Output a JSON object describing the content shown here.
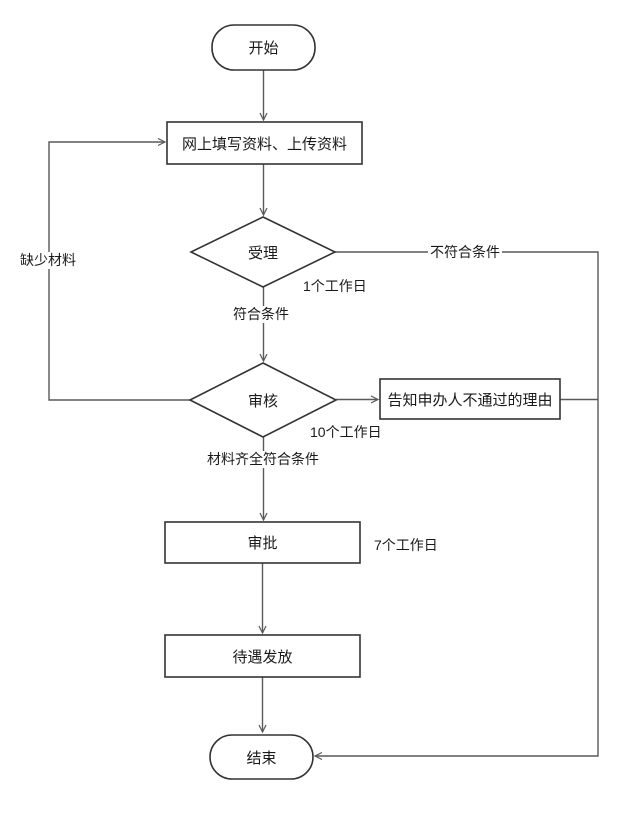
{
  "diagram": {
    "type": "flowchart",
    "nodes": {
      "start": {
        "label": "开始",
        "shape": "terminator"
      },
      "fill": {
        "label": "网上填写资料、上传资料",
        "shape": "process"
      },
      "accept": {
        "label": "受理",
        "shape": "decision"
      },
      "review": {
        "label": "审核",
        "shape": "decision"
      },
      "notify": {
        "label": "告知申办人不通过的理由",
        "shape": "process"
      },
      "approve": {
        "label": "审批",
        "shape": "process"
      },
      "benefit": {
        "label": "待遇发放",
        "shape": "process"
      },
      "end": {
        "label": "结束",
        "shape": "terminator"
      }
    },
    "edge_labels": {
      "missing_materials": "缺少材料",
      "accept_duration": "1个工作日",
      "meets_conditions": "符合条件",
      "not_meet_conditions": "不符合条件",
      "review_duration": "10个工作日",
      "materials_complete": "材料齐全符合条件",
      "approve_duration": "7个工作日"
    },
    "colors": {
      "background": "#ffffff",
      "shape_border": "#333333",
      "connector": "#595959",
      "text": "#1a1a1a"
    }
  }
}
